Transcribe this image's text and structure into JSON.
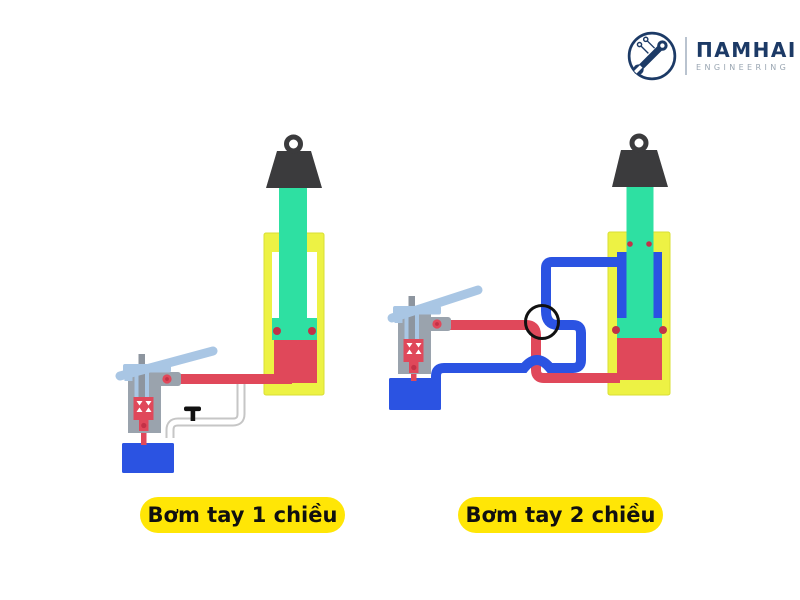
{
  "brand": {
    "name": "ΠAMHAI",
    "tagline": "ENGINEERING"
  },
  "captions": {
    "left": "Bơm tay 1 chiều",
    "right": "Bơm tay 2 chiều"
  },
  "colors": {
    "rod-green": "#2ee0a2",
    "fluid-red": "#e0485a",
    "seal-red": "#c23247",
    "cyl-yellow": "#edf244",
    "cyl-yellow-edge": "#d9df33",
    "label-yellow": "#ffe606",
    "fluid-blue": "#2b53e2",
    "handle-blue": "#a9c6e4",
    "body-gray": "#9aa3ad",
    "rod-gray": "#8d959f",
    "weight-gray": "#3b3b3d",
    "pipe-outline": "#c6c6c6",
    "valve-black": "#111111",
    "brand-navy": "#1c3a66",
    "brand-gray": "#9aa6b2"
  }
}
